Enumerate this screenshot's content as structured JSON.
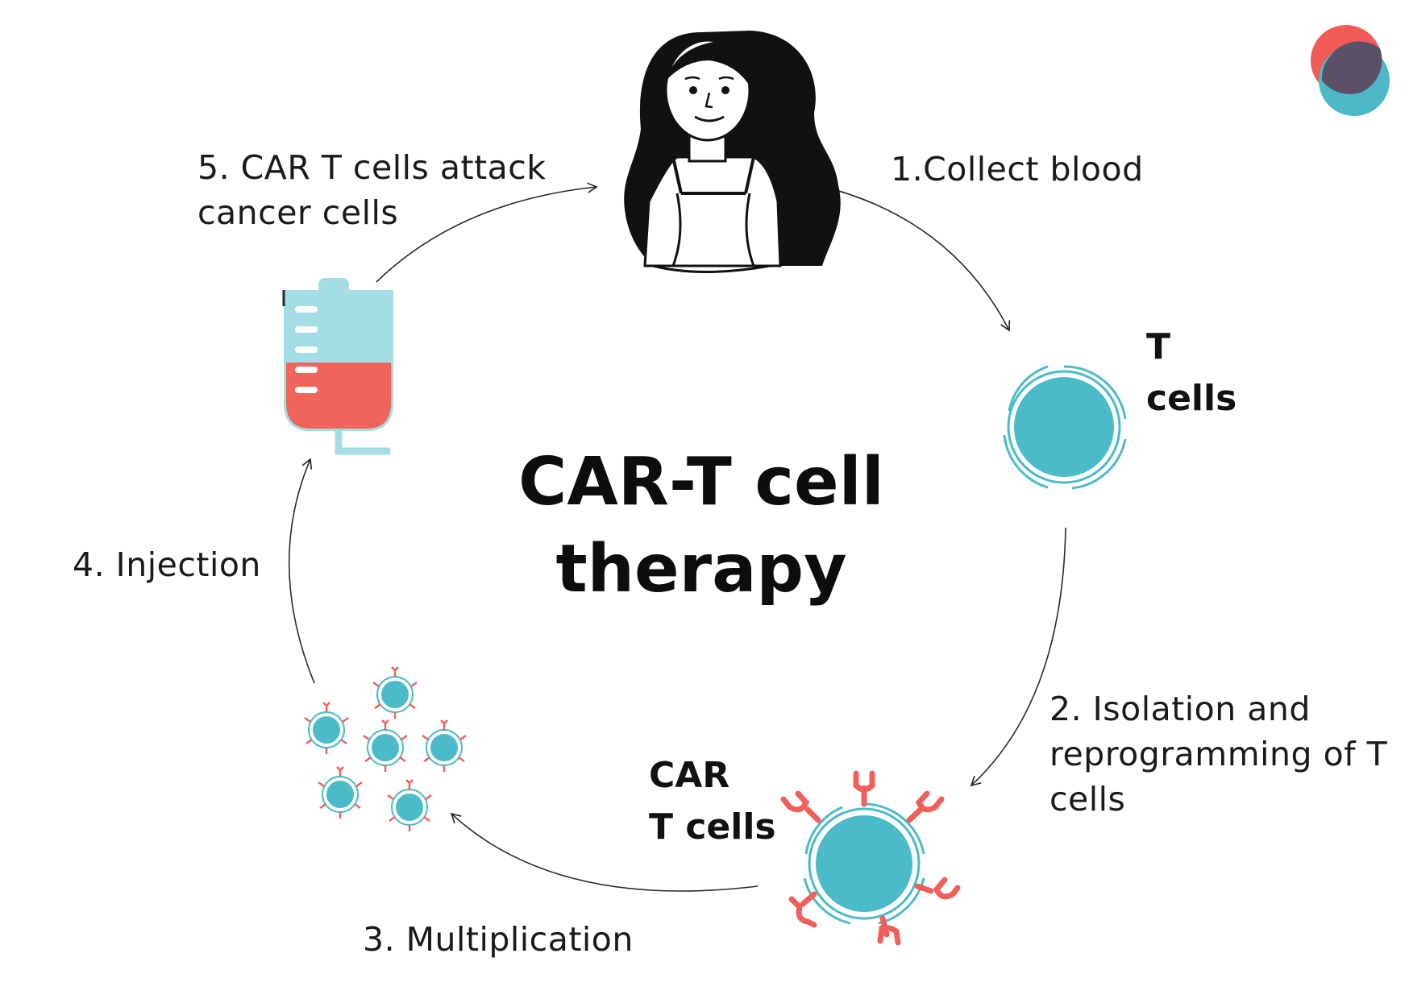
{
  "title": {
    "line1": "CAR-T cell",
    "line2": "therapy"
  },
  "steps": {
    "collect": "1.Collect blood",
    "isolation": {
      "line1": "2. Isolation and",
      "line2": "reprogramming of T",
      "line3": "cells"
    },
    "multiplication": "3. Multiplication",
    "injection": "4. Injection",
    "attack": {
      "line1": "5. CAR T cells attack",
      "line2": "cancer cells"
    }
  },
  "cells": {
    "t_cells": {
      "line1": "T",
      "line2": "cells"
    },
    "car_t_cells": {
      "line1": "CAR",
      "line2": "T cells"
    }
  },
  "icons": [
    "patient-icon",
    "t-cell-icon",
    "car-t-cell-icon",
    "multiplied-cells-icon",
    "iv-bag-icon",
    "brand-logo-icon"
  ],
  "colors": {
    "cell": "#4bbac9",
    "receptor": "#f0605a",
    "bag_fluid": "#f0645c",
    "bag_body": "#a5dde5",
    "logo_red": "#f25a55",
    "logo_teal": "#4db8c8",
    "logo_overlap": "#5a5068",
    "text": "#111111"
  }
}
